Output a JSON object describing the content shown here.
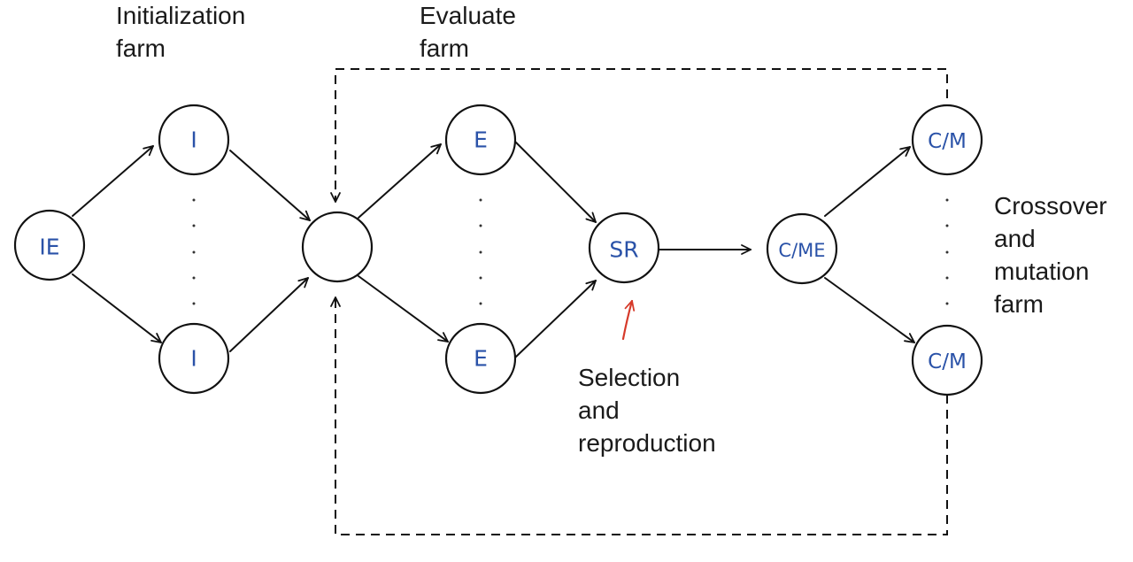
{
  "captions": {
    "initialization": [
      "Initialization",
      "farm"
    ],
    "evaluate": [
      "Evaluate",
      "farm"
    ],
    "selection": [
      "Selection",
      "and",
      "reproduction"
    ],
    "crossover": [
      "Crossover",
      "and",
      "mutation",
      "farm"
    ]
  },
  "nodes": {
    "ie": "IE",
    "init_top": "I",
    "init_bottom": "I",
    "collector": "",
    "eval_top": "E",
    "eval_bottom": "E",
    "sr": "SR",
    "cme": "C/ME",
    "cm_top": "C/M",
    "cm_bottom": "C/M"
  },
  "colors": {
    "node_label": "#2a52a8",
    "annotation_arrow": "#d63a2a",
    "stroke": "#111111"
  }
}
